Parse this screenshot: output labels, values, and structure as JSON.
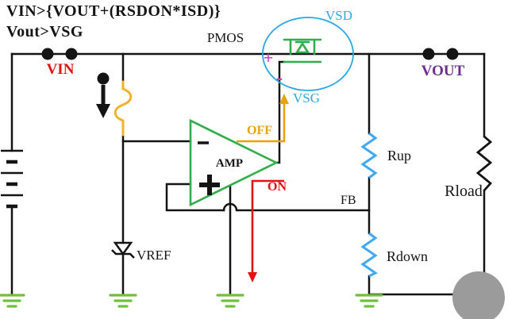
{
  "formulas": {
    "line1": "VIN>{VOUT+(RSDON*ISD)}",
    "line2": "Vout>VSG"
  },
  "labels": {
    "vin": "VIN",
    "vout": "VOUT",
    "pmos": "PMOS",
    "vsd": "VSD",
    "vsg": "VSG",
    "vsd_plus": "+",
    "vsg_minus": "-",
    "amp": "AMP",
    "off": "OFF",
    "on": "ON",
    "vref": "VREF",
    "fb": "FB",
    "rup": "Rup",
    "rdown": "Rdown",
    "rload": "Rload"
  },
  "colors": {
    "wire_black": "#141414",
    "component_green": "#2fae49",
    "annotation_cyan": "#2aa9e1",
    "resistor_blue": "#3fa9f5",
    "current_source_yellow": "#f0b32a",
    "off_orange": "#e8a20c",
    "on_vin_red": "#e01212",
    "vout_purple": "#6b2d90",
    "polarity_magenta": "#cf3ec4",
    "ground_green": "#6fc13d",
    "watermark_gray": "#9b9b9b"
  }
}
